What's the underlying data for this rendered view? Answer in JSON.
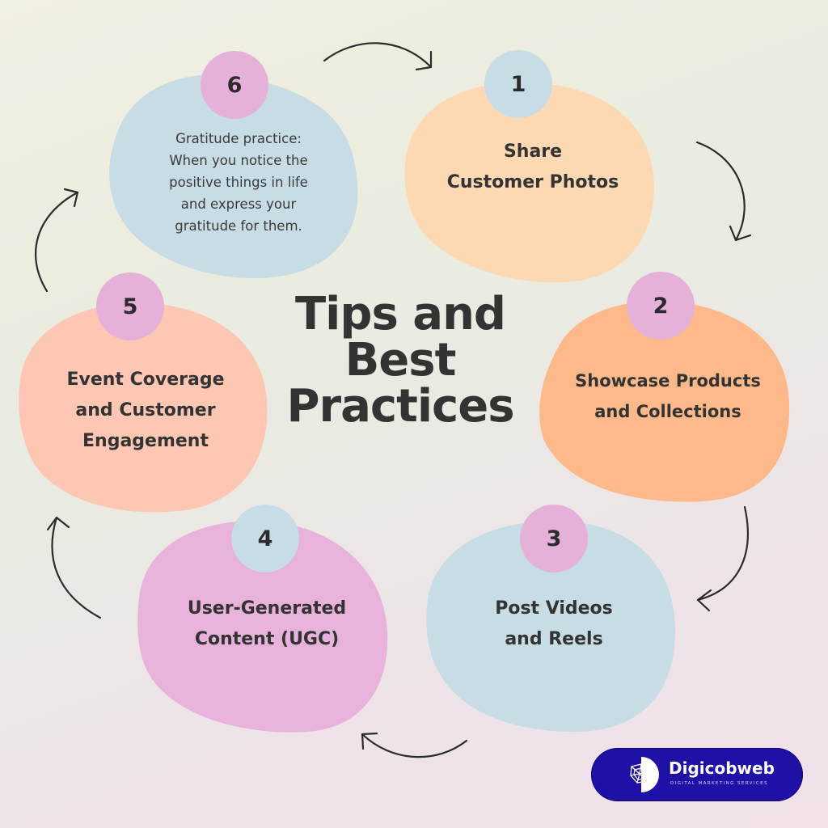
{
  "title": {
    "lines": [
      "Tips and",
      "Best",
      "Practices"
    ]
  },
  "steps": [
    {
      "number": "1",
      "lines": [
        "Share",
        "Customer Photos"
      ],
      "blob_color": "#fdd9b3",
      "badge_color": "#c7dce4"
    },
    {
      "number": "2",
      "lines": [
        "Showcase Products",
        "and Collections"
      ],
      "blob_color": "#fdb98a",
      "badge_color": "#e6b1d9"
    },
    {
      "number": "3",
      "lines": [
        "Post Videos",
        "and Reels"
      ],
      "blob_color": "#c7dce4",
      "badge_color": "#e6b1d9"
    },
    {
      "number": "4",
      "lines": [
        "User-Generated",
        "Content (UGC)"
      ],
      "blob_color": "#e8b2da",
      "badge_color": "#c7dce4"
    },
    {
      "number": "5",
      "lines": [
        "Event Coverage",
        "and Customer",
        "Engagement"
      ],
      "blob_color": "#fdc7b4",
      "badge_color": "#e6b1d9"
    },
    {
      "number": "6",
      "lines": [
        "Gratitude practice:",
        "When you notice the",
        "positive things in life",
        "and express your",
        "gratitude for them."
      ],
      "blob_color": "#c7dce4",
      "badge_color": "#e6b1d9"
    }
  ],
  "logo": {
    "name": "Digicobweb",
    "tagline": "DIGITAL MARKETING SERVICES",
    "bg_color": "#1f10a6",
    "icon": "cobweb-logo-icon"
  },
  "flow_arrow_icon": "curved-arrow-icon"
}
